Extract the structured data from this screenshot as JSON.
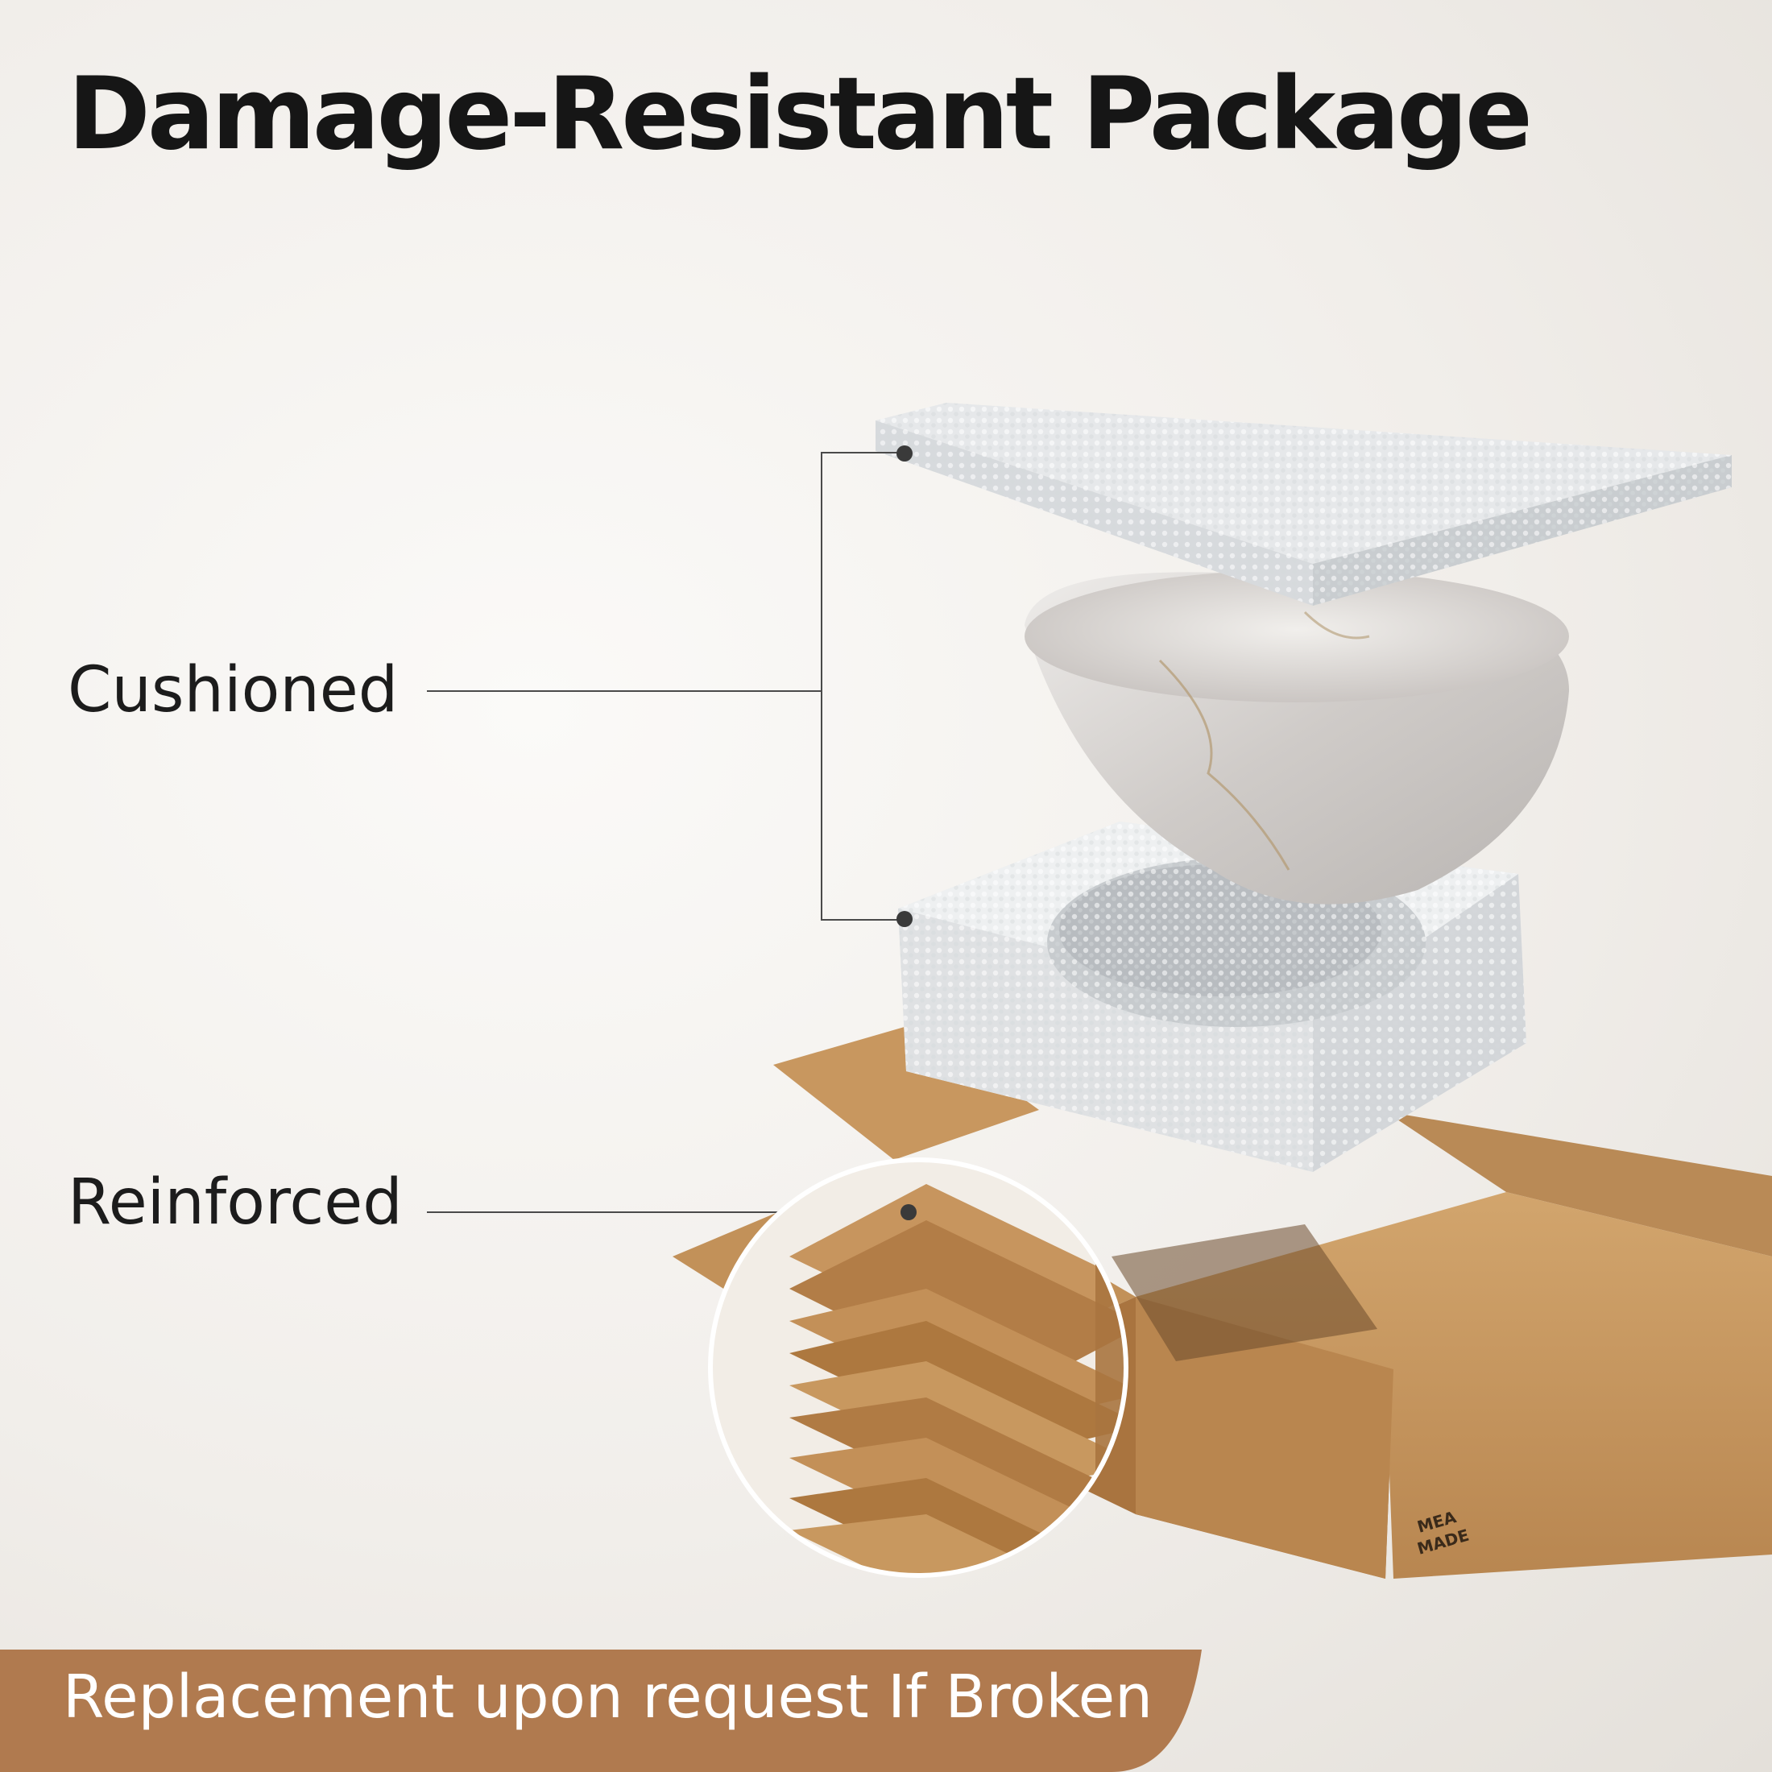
{
  "title": "Damage-Resistant Package",
  "callouts": {
    "cushioned": "Cushioned",
    "reinforced": "Reinforced"
  },
  "banner": {
    "text": "Replacement upon request If Broken",
    "color": "#b07a4f"
  },
  "box_print": {
    "line1": "MEA",
    "line2": "MADE"
  },
  "colors": {
    "foam": "#eceef0",
    "cardboard": "#c8975f",
    "cardboard_dark": "#a9743f",
    "ink": "#161616"
  }
}
